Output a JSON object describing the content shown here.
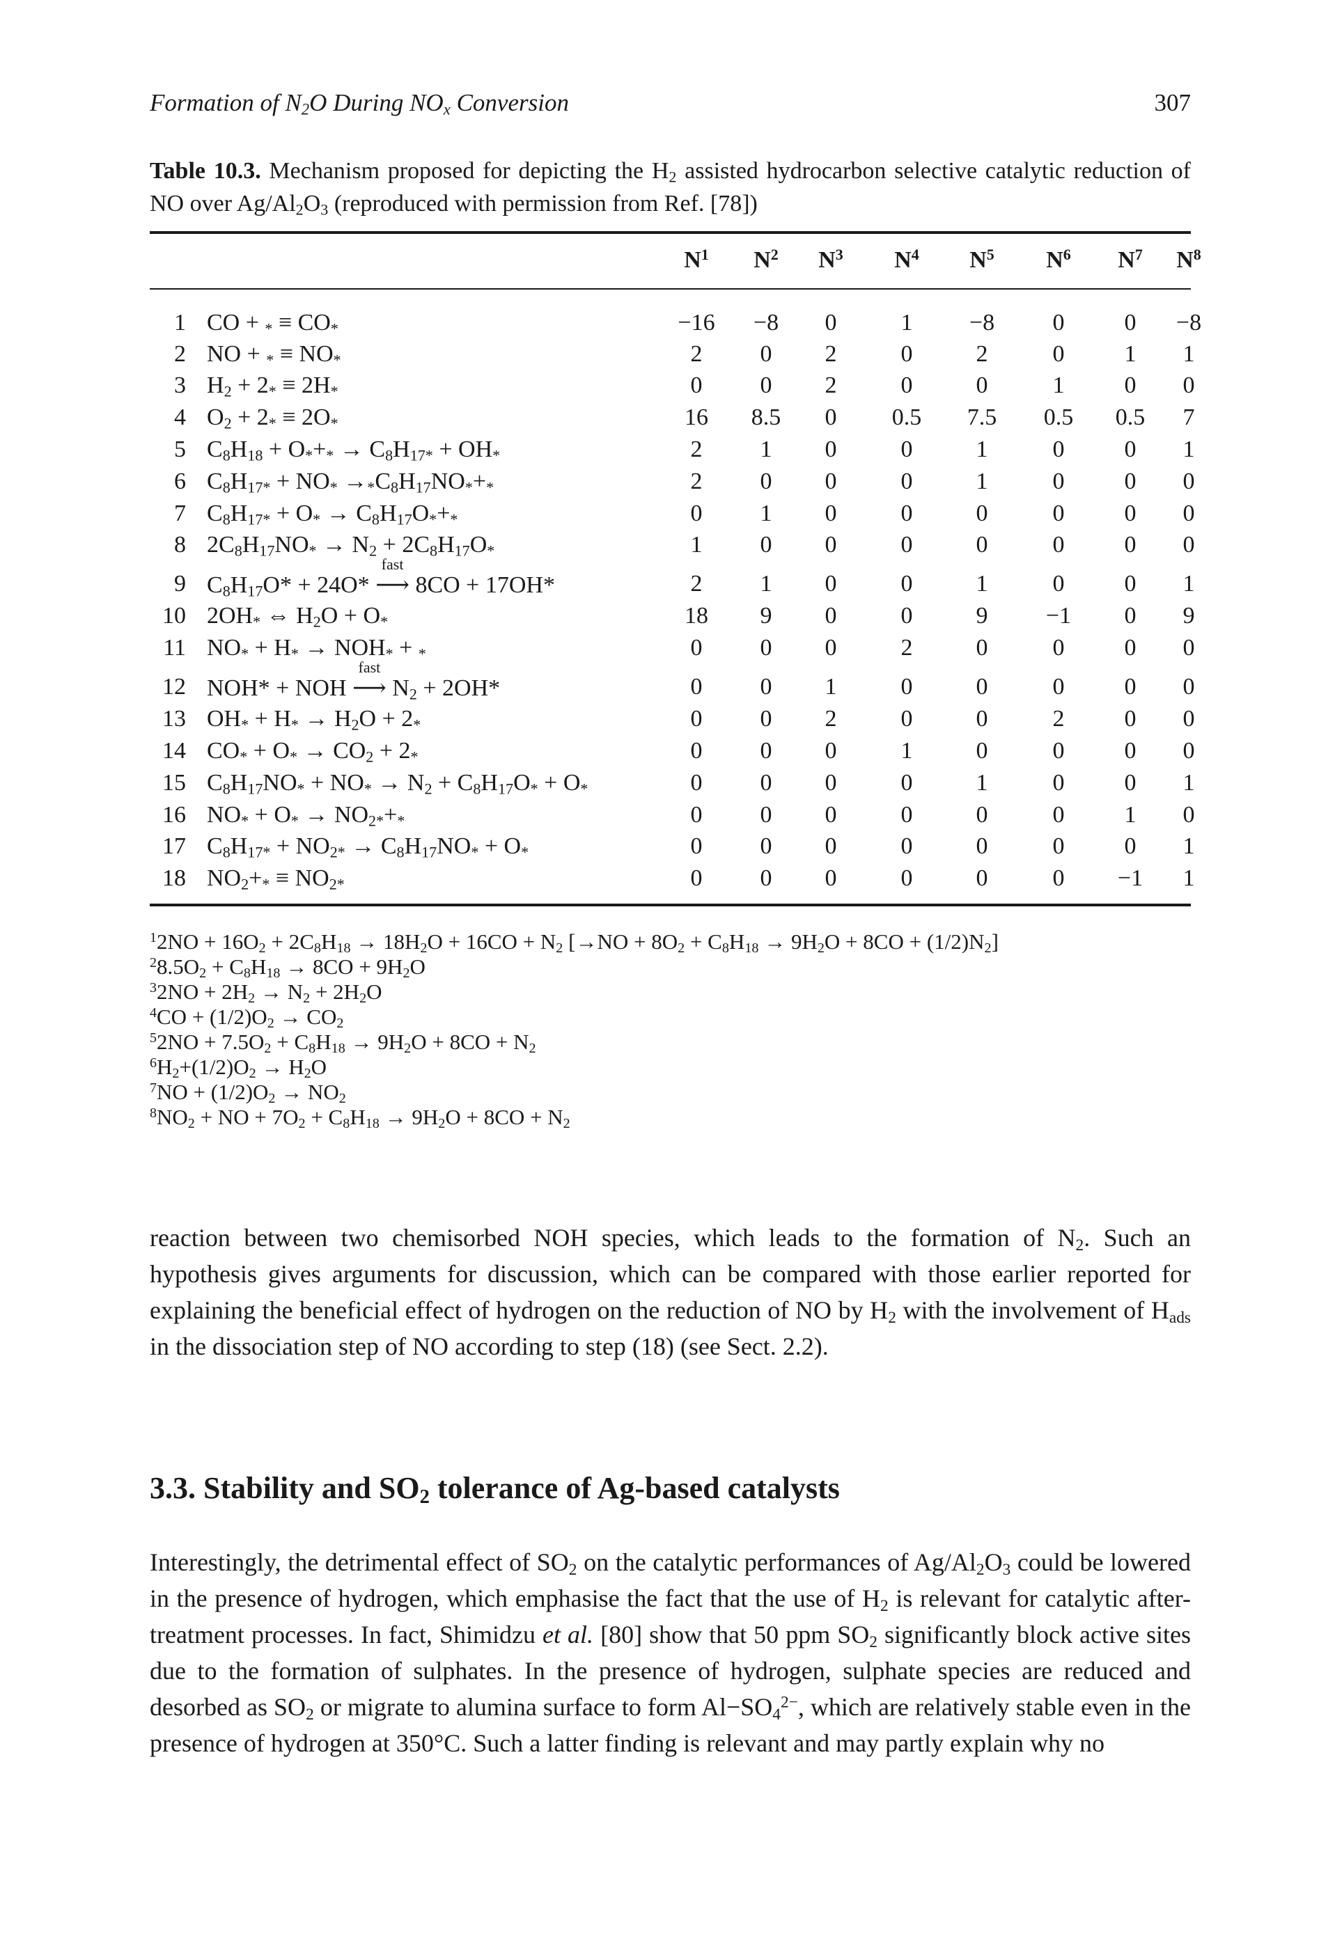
{
  "header": {
    "running_title": "Formation of N<sub>2</sub>O During NO<sub><i>x</i></sub> Conversion",
    "page_number": "307"
  },
  "table": {
    "caption_label": "Table 10.3.",
    "caption_text": "Mechanism proposed for depicting the H<sub>2</sub> assisted hydrocarbon selective catalytic reduction of NO over Ag/Al<sub>2</sub>O<sub>3</sub> (reproduced with permission from Ref. [78])",
    "columns": [
      "N<sup>1</sup>",
      "N<sup>2</sup>",
      "N<sup>3</sup>",
      "N<sup>4</sup>",
      "N<sup>5</sup>",
      "N<sup>6</sup>",
      "N<sup>7</sup>",
      "N<sup>8</sup>"
    ],
    "rows": [
      {
        "n": "1",
        "step": "CO + <sub>*</sub> ≡ CO<sub>*</sub>",
        "v": [
          "−16",
          "−8",
          "0",
          "1",
          "−8",
          "0",
          "0",
          "−8"
        ]
      },
      {
        "n": "2",
        "step": "NO + <sub>*</sub> ≡ NO<sub>*</sub>",
        "v": [
          "2",
          "0",
          "2",
          "0",
          "2",
          "0",
          "1",
          "1"
        ]
      },
      {
        "n": "3",
        "step": "H<sub>2</sub> + 2<sub>*</sub> ≡ 2H<sub>*</sub>",
        "v": [
          "0",
          "0",
          "2",
          "0",
          "0",
          "1",
          "0",
          "0"
        ]
      },
      {
        "n": "4",
        "step": "O<sub>2</sub> + 2<sub>*</sub> ≡ 2O<sub>*</sub>",
        "v": [
          "16",
          "8.5",
          "0",
          "0.5",
          "7.5",
          "0.5",
          "0.5",
          "7"
        ]
      },
      {
        "n": "5",
        "step": "C<sub>8</sub>H<sub>18</sub> + O<sub>*</sub>+<sub>*</sub> → C<sub>8</sub>H<sub>17*</sub> + OH<sub>*</sub>",
        "v": [
          "2",
          "1",
          "0",
          "0",
          "1",
          "0",
          "0",
          "1"
        ]
      },
      {
        "n": "6",
        "step": "C<sub>8</sub>H<sub>17*</sub> + NO<sub>*</sub> →<sub>*</sub>C<sub>8</sub>H<sub>17</sub>NO<sub>*</sub>+<sub>*</sub>",
        "v": [
          "2",
          "0",
          "0",
          "0",
          "1",
          "0",
          "0",
          "0"
        ]
      },
      {
        "n": "7",
        "step": "C<sub>8</sub>H<sub>17*</sub> + O<sub>*</sub> → C<sub>8</sub>H<sub>17</sub>O<sub>*</sub>+<sub>*</sub>",
        "v": [
          "0",
          "1",
          "0",
          "0",
          "0",
          "0",
          "0",
          "0"
        ]
      },
      {
        "n": "8",
        "step": "2C<sub>8</sub>H<sub>17</sub>NO<sub>*</sub> → N<sub>2</sub> + 2C<sub>8</sub>H<sub>17</sub>O<sub>*</sub>",
        "v": [
          "1",
          "0",
          "0",
          "0",
          "0",
          "0",
          "0",
          "0"
        ]
      },
      {
        "n": "9",
        "step": "C<sub>8</sub>H<sub>17</sub>O* + 24O* <span class=\"arrowfast\"><span class=\"lbl\">fast</span>⟶</span> 8CO + 17OH*",
        "v": [
          "2",
          "1",
          "0",
          "0",
          "1",
          "0",
          "0",
          "1"
        ]
      },
      {
        "n": "10",
        "step": "2OH<sub>*</sub> ⇔ H<sub>2</sub>O + O<sub>*</sub>",
        "v": [
          "18",
          "9",
          "0",
          "0",
          "9",
          "−1",
          "0",
          "9"
        ]
      },
      {
        "n": "11",
        "step": "NO<sub>*</sub> + H<sub>*</sub> → NOH<sub>*</sub> + <sub>*</sub>",
        "v": [
          "0",
          "0",
          "0",
          "2",
          "0",
          "0",
          "0",
          "0"
        ]
      },
      {
        "n": "12",
        "step": "NOH* + NOH <span class=\"arrowfast\"><span class=\"lbl\">fast</span>⟶</span> N<sub>2</sub> + 2OH*",
        "v": [
          "0",
          "0",
          "1",
          "0",
          "0",
          "0",
          "0",
          "0"
        ]
      },
      {
        "n": "13",
        "step": "OH<sub>*</sub> + H<sub>*</sub> → H<sub>2</sub>O + 2<sub>*</sub>",
        "v": [
          "0",
          "0",
          "2",
          "0",
          "0",
          "2",
          "0",
          "0"
        ]
      },
      {
        "n": "14",
        "step": "CO<sub>*</sub> + O<sub>*</sub> → CO<sub>2</sub> + 2<sub>*</sub>",
        "v": [
          "0",
          "0",
          "0",
          "1",
          "0",
          "0",
          "0",
          "0"
        ]
      },
      {
        "n": "15",
        "step": "C<sub>8</sub>H<sub>17</sub>NO<sub>*</sub> + NO<sub>*</sub> → N<sub>2</sub> + C<sub>8</sub>H<sub>17</sub>O<sub>*</sub> + O<sub>*</sub>",
        "v": [
          "0",
          "0",
          "0",
          "0",
          "1",
          "0",
          "0",
          "1"
        ]
      },
      {
        "n": "16",
        "step": "NO<sub>*</sub> + O<sub>*</sub> → NO<sub>2*</sub>+<sub>*</sub>",
        "v": [
          "0",
          "0",
          "0",
          "0",
          "0",
          "0",
          "1",
          "0"
        ]
      },
      {
        "n": "17",
        "step": "C<sub>8</sub>H<sub>17*</sub> + NO<sub>2*</sub> → C<sub>8</sub>H<sub>17</sub>NO<sub>*</sub> + O<sub>*</sub>",
        "v": [
          "0",
          "0",
          "0",
          "0",
          "0",
          "0",
          "0",
          "1"
        ]
      },
      {
        "n": "18",
        "step": "NO<sub>2</sub>+<sub>*</sub> ≡ NO<sub>2*</sub>",
        "v": [
          "0",
          "0",
          "0",
          "0",
          "0",
          "0",
          "−1",
          "1"
        ]
      }
    ],
    "footnotes": [
      "<sup>1</sup>2NO + 16O<sub>2</sub> + 2C<sub>8</sub>H<sub>18</sub> → 18H<sub>2</sub>O + 16CO + N<sub>2</sub> [→NO + 8O<sub>2</sub> + C<sub>8</sub>H<sub>18</sub> → 9H<sub>2</sub>O + 8CO + (1/2)N<sub>2</sub>]",
      "<sup>2</sup>8.5O<sub>2</sub> + C<sub>8</sub>H<sub>18</sub> → 8CO + 9H<sub>2</sub>O",
      "<sup>3</sup>2NO + 2H<sub>2</sub> → N<sub>2</sub> + 2H<sub>2</sub>O",
      "<sup>4</sup>CO + (1/2)O<sub>2</sub> → CO<sub>2</sub>",
      "<sup>5</sup>2NO + 7.5O<sub>2</sub> + C<sub>8</sub>H<sub>18</sub> → 9H<sub>2</sub>O + 8CO + N<sub>2</sub>",
      "<sup>6</sup>H<sub>2</sub>+(1/2)O<sub>2</sub> → H<sub>2</sub>O",
      "<sup>7</sup>NO + (1/2)O<sub>2</sub> → NO<sub>2</sub>",
      "<sup>8</sup>NO<sub>2</sub> + NO + 7O<sub>2</sub> + C<sub>8</sub>H<sub>18</sub> → 9H<sub>2</sub>O + 8CO + N<sub>2</sub>"
    ]
  },
  "body": {
    "paragraph1": "reaction between two chemisorbed NOH species, which leads to the formation of N<sub>2</sub>. Such an hypothesis gives arguments for discussion, which can be compared with those earlier reported for explaining the beneficial effect of hydrogen on the reduction of NO by H<sub>2</sub> with the involvement of H<sub>ads</sub> in the dissociation step of NO according to step (18) (see Sect. 2.2).",
    "section_heading": "3.3. Stability and SO<sub>2</sub> tolerance of Ag-based catalysts",
    "paragraph2": "Interestingly, the detrimental effect of SO<sub>2</sub> on the catalytic performances of Ag/Al<sub>2</sub>O<sub>3</sub> could be lowered in the presence of hydrogen, which emphasise the fact that the use of H<sub>2</sub> is relevant for catalytic after-treatment processes. In fact, Shimidzu <i>et al.</i> [80] show that 50 ppm SO<sub>2</sub> significantly block active sites due to the formation of sulphates. In the presence of hydrogen, sulphate species are reduced and desorbed as SO<sub>2</sub> or migrate to alumina surface to form Al−SO<sub>4</sub><sup>2−</sup>, which are relatively stable even in the presence of hydrogen at 350°C. Such a latter finding is relevant and may partly explain why no"
  }
}
